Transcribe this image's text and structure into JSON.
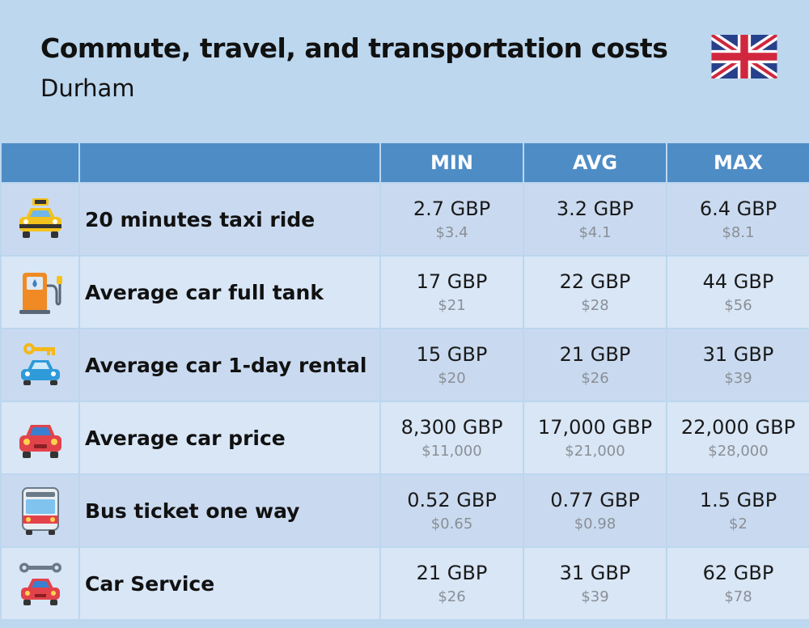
{
  "header": {
    "title": "Commute, travel, and transportation costs",
    "subtitle": "Durham"
  },
  "flag": {
    "icon": "uk-flag-icon"
  },
  "table": {
    "columns": [
      "",
      "",
      "MIN",
      "AVG",
      "MAX"
    ],
    "rows": [
      {
        "icon": "taxi-icon",
        "label": "20 minutes taxi ride",
        "min": {
          "gbp": "2.7 GBP",
          "usd": "$3.4"
        },
        "avg": {
          "gbp": "3.2 GBP",
          "usd": "$4.1"
        },
        "max": {
          "gbp": "6.4 GBP",
          "usd": "$8.1"
        }
      },
      {
        "icon": "fuel-pump-icon",
        "label": "Average car full tank",
        "min": {
          "gbp": "17 GBP",
          "usd": "$21"
        },
        "avg": {
          "gbp": "22 GBP",
          "usd": "$28"
        },
        "max": {
          "gbp": "44 GBP",
          "usd": "$56"
        }
      },
      {
        "icon": "car-rental-key-icon",
        "label": "Average car 1-day rental",
        "min": {
          "gbp": "15 GBP",
          "usd": "$20"
        },
        "avg": {
          "gbp": "21 GBP",
          "usd": "$26"
        },
        "max": {
          "gbp": "31 GBP",
          "usd": "$39"
        }
      },
      {
        "icon": "car-icon",
        "label": "Average car price",
        "min": {
          "gbp": "8,300 GBP",
          "usd": "$11,000"
        },
        "avg": {
          "gbp": "17,000 GBP",
          "usd": "$21,000"
        },
        "max": {
          "gbp": "22,000 GBP",
          "usd": "$28,000"
        }
      },
      {
        "icon": "bus-icon",
        "label": "Bus ticket one way",
        "min": {
          "gbp": "0.52 GBP",
          "usd": "$0.65"
        },
        "avg": {
          "gbp": "0.77 GBP",
          "usd": "$0.98"
        },
        "max": {
          "gbp": "1.5 GBP",
          "usd": "$2"
        }
      },
      {
        "icon": "car-service-wrench-icon",
        "label": "Car Service",
        "min": {
          "gbp": "21 GBP",
          "usd": "$26"
        },
        "avg": {
          "gbp": "31 GBP",
          "usd": "$39"
        },
        "max": {
          "gbp": "62 GBP",
          "usd": "$78"
        }
      }
    ]
  },
  "colors": {
    "background": "#bcd7ee",
    "header_row": "#4e8cc6",
    "row_odd": "#c9daf0",
    "row_even": "#d8e6f6",
    "usd_text": "#8a8f96"
  }
}
